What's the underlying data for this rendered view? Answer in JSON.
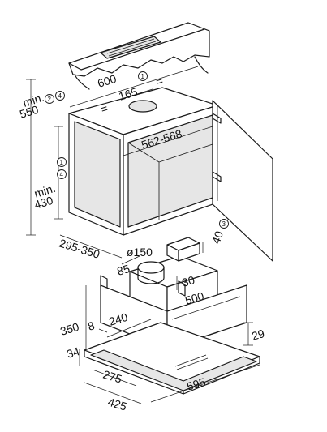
{
  "labels": {
    "min_550": "min.",
    "v550": "550",
    "c2": "2",
    "c4a": "4",
    "v600": "600",
    "c1a": "1",
    "eq1": "=",
    "eq2": "=",
    "v165": "165",
    "v562": "562-568",
    "min_430": "min.",
    "v430": "430",
    "c1b": "1",
    "c4b": "4",
    "v295": "295-350",
    "v150": "ø150",
    "c3": "3",
    "v40": "40",
    "v85": "85",
    "v30": "30",
    "v500": "500",
    "v350": "350",
    "v8": "8",
    "v240": "240",
    "v29": "29",
    "v34": "34",
    "v275": "275",
    "v425": "425",
    "v595": "595"
  }
}
